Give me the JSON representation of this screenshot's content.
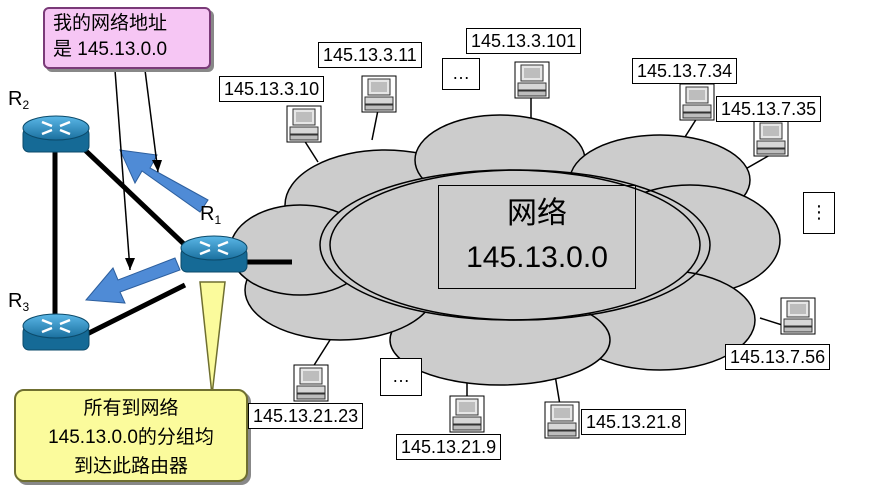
{
  "network": {
    "name": "网络",
    "address": "145.13.0.0"
  },
  "routers": {
    "r2": "R",
    "r2_sub": "2",
    "r1": "R",
    "r1_sub": "1",
    "r3": "R",
    "r3_sub": "3"
  },
  "callout_top": {
    "line1": "我的网络地址",
    "line2": "是 145.13.0.0"
  },
  "callout_bottom": {
    "line1": "所有到网络",
    "line2": "145.13.0.0的分组均",
    "line3": "到达此路由器"
  },
  "hosts": {
    "h1": "145.13.3.10",
    "h2": "145.13.3.11",
    "h3": "145.13.3.101",
    "h4": "145.13.7.34",
    "h5": "145.13.7.35",
    "h6": "145.13.7.56",
    "h7": "145.13.21.8",
    "h8": "145.13.21.9",
    "h9": "145.13.21.23"
  },
  "ellipsis": "…",
  "ellipsis_vertical": "⋮",
  "colors": {
    "cloud_fill": "#cccccc",
    "router_blue": "#1f8ac0",
    "arrow_blue": "#4f8bd6",
    "callout_pink": "#f6c6f4",
    "callout_yellow": "#fbfb9c"
  }
}
